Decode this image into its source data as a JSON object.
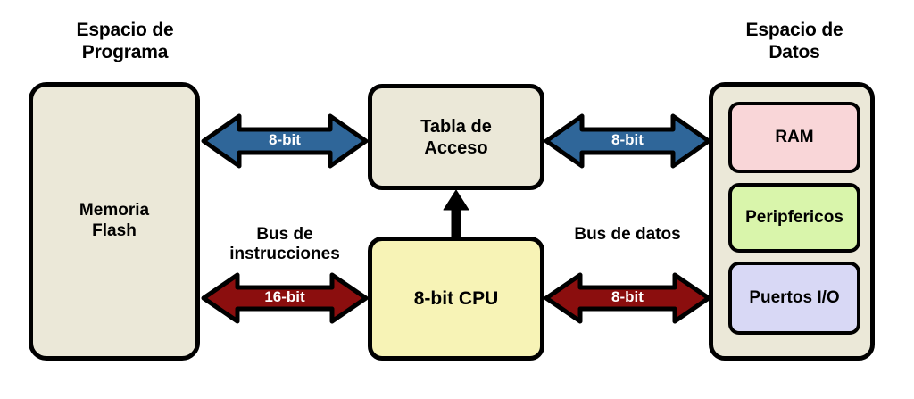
{
  "diagram": {
    "title_left": "Espacio de\nPrograma",
    "title_left_line1": "Espacio de",
    "title_left_line2": "Programa",
    "title_right_line1": "Espacio de",
    "title_right_line2": "Datos",
    "colors": {
      "background": "#ffffff",
      "beige_fill": "#ebe8d8",
      "cpu_fill": "#f7f3b6",
      "ram_fill": "#f9d6d8",
      "peripherals_fill": "#d9f5ab",
      "io_fill": "#d8d8f5",
      "blue_arrow": "#2f6699",
      "red_arrow": "#8b0e0e",
      "outline": "#000000",
      "arrow_label_text": "#ffffff"
    }
  },
  "blocks": {
    "flash": {
      "line1": "Memoria",
      "line2": "Flash"
    },
    "access_table": {
      "line1": "Tabla de",
      "line2": "Acceso"
    },
    "cpu": {
      "label": "8-bit CPU"
    },
    "data_space_items": [
      {
        "label": "RAM",
        "fill": "#f9d6d8"
      },
      {
        "label": "Peripfericos",
        "fill": "#d9f5ab"
      },
      {
        "label": "Puertos I/O",
        "fill": "#d8d8f5"
      }
    ]
  },
  "buses": [
    {
      "id": "flash-to-table",
      "name": "",
      "width_label": "8-bit",
      "color": "#2f6699",
      "direction": "bidirectional",
      "from": "Memoria Flash",
      "to": "Tabla de Acceso"
    },
    {
      "id": "table-to-dataspace",
      "name": "",
      "width_label": "8-bit",
      "color": "#2f6699",
      "direction": "bidirectional",
      "from": "Tabla de Acceso",
      "to": "Espacio de Datos"
    },
    {
      "id": "instruction-bus",
      "name_line1": "Bus de",
      "name_line2": "instrucciones",
      "width_label": "16-bit",
      "color": "#8b0e0e",
      "direction": "bidirectional",
      "from": "Memoria Flash",
      "to": "8-bit CPU"
    },
    {
      "id": "data-bus",
      "name_line1": "Bus de datos",
      "name_line2": "",
      "width_label": "8-bit",
      "color": "#8b0e0e",
      "direction": "bidirectional",
      "from": "8-bit CPU",
      "to": "Espacio de Datos"
    },
    {
      "id": "cpu-to-access-table",
      "name": "",
      "width_label": "",
      "color": "#000000",
      "direction": "up",
      "from": "8-bit CPU",
      "to": "Tabla de Acceso"
    }
  ]
}
